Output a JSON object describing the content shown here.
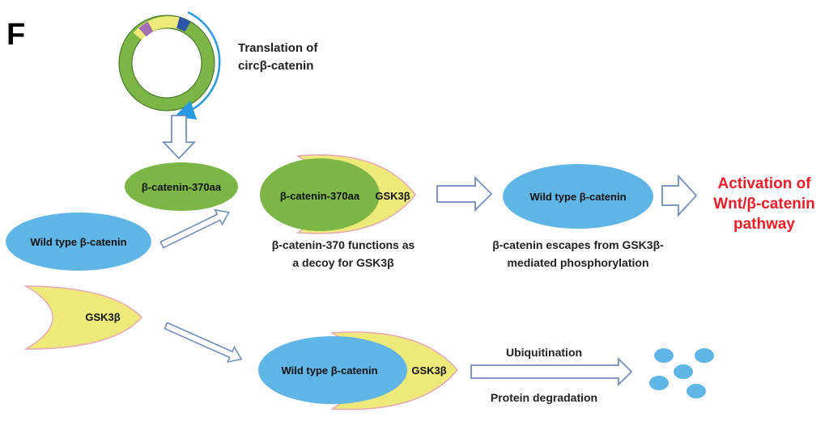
{
  "panel_label": "F",
  "translation": {
    "line1": "Translation of",
    "line2": "circβ-catenin"
  },
  "nodes": {
    "catenin370": "β-catenin-370aa",
    "wild_type": "Wild type β-catenin",
    "gsk3b": "GSK3β",
    "complex_catenin370": "β-catenin-370aa",
    "complex_gsk3b": "GSK3β",
    "escaped_wild_type": "Wild type β-catenin",
    "bottom_wild_type": "Wild type β-catenin",
    "bottom_gsk3b": "GSK3β"
  },
  "captions": {
    "decoy_line1": "β-catenin-370 functions as",
    "decoy_line2": "a decoy for GSK3β",
    "escape_line1": "β-catenin escapes from GSK3β-",
    "escape_line2": "mediated phosphorylation"
  },
  "activation": {
    "line1": "Activation of",
    "line2": "Wnt/β-catenin",
    "line3": "pathway"
  },
  "degradation": {
    "ubiquitination": "Ubiquitination",
    "protein_degradation": "Protein degradation"
  },
  "colors": {
    "green": "#7bb646",
    "blue": "#5fb6e6",
    "yellow": "#eeea7a",
    "pink_edge": "#e7a7b8",
    "arrow_outline": "#6f8fbf",
    "activation_red": "#ee1c25",
    "circle_arrow": "#2a9ae0"
  }
}
